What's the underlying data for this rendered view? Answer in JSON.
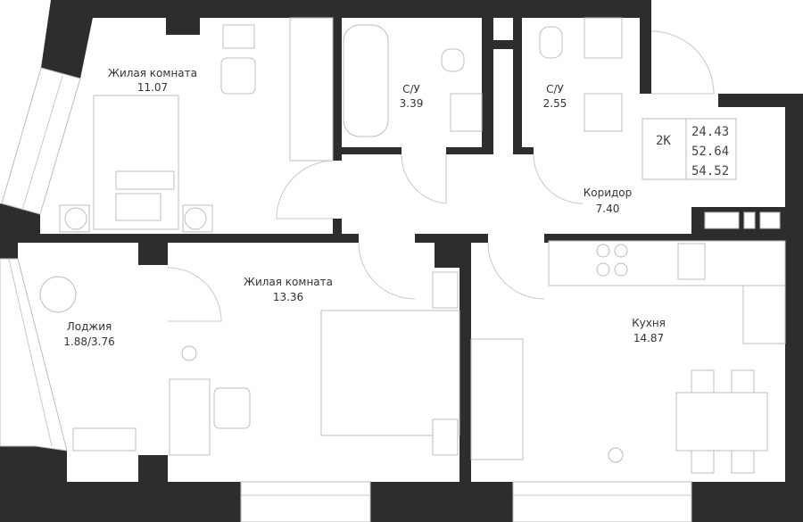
{
  "rooms": [
    {
      "name": "Жилая комната",
      "area": "11.07"
    },
    {
      "name": "С/У",
      "area": "3.39"
    },
    {
      "name": "С/У",
      "area": "2.55"
    },
    {
      "name": "Коридор",
      "area": "7.40"
    },
    {
      "name": "Жилая комната",
      "area": "13.36"
    },
    {
      "name": "Лоджия",
      "area": "1.88/3.76"
    },
    {
      "name": "Кухня",
      "area": "14.87"
    }
  ],
  "info": {
    "type": "2K",
    "living_area": "24.43",
    "total_area": "52.64",
    "total_with_loggia": "54.52"
  }
}
